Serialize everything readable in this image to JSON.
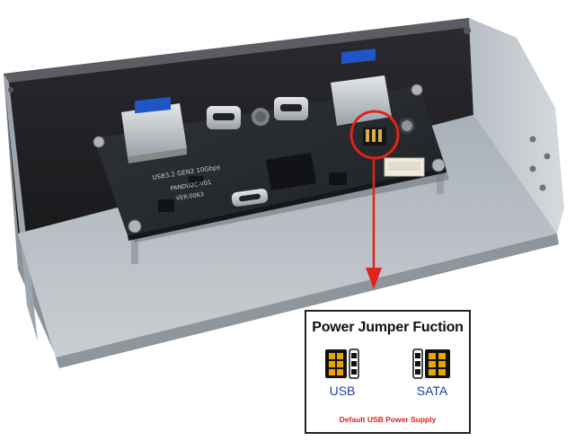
{
  "board": {
    "silk_line1": "USB3.2 GEN2 10Gbps",
    "silk_line2": "PANDU2C-V01",
    "silk_line3": "VER:0063"
  },
  "callout": {
    "title": "Power Jumper Fuction",
    "usb_label": "USB",
    "sata_label": "SATA",
    "footer": "Default USB Power Supply",
    "colors": {
      "arrow": "#e0231b",
      "label": "#1a3da8",
      "jumper_pin": "#e8a400",
      "footer": "#e0231b"
    }
  }
}
